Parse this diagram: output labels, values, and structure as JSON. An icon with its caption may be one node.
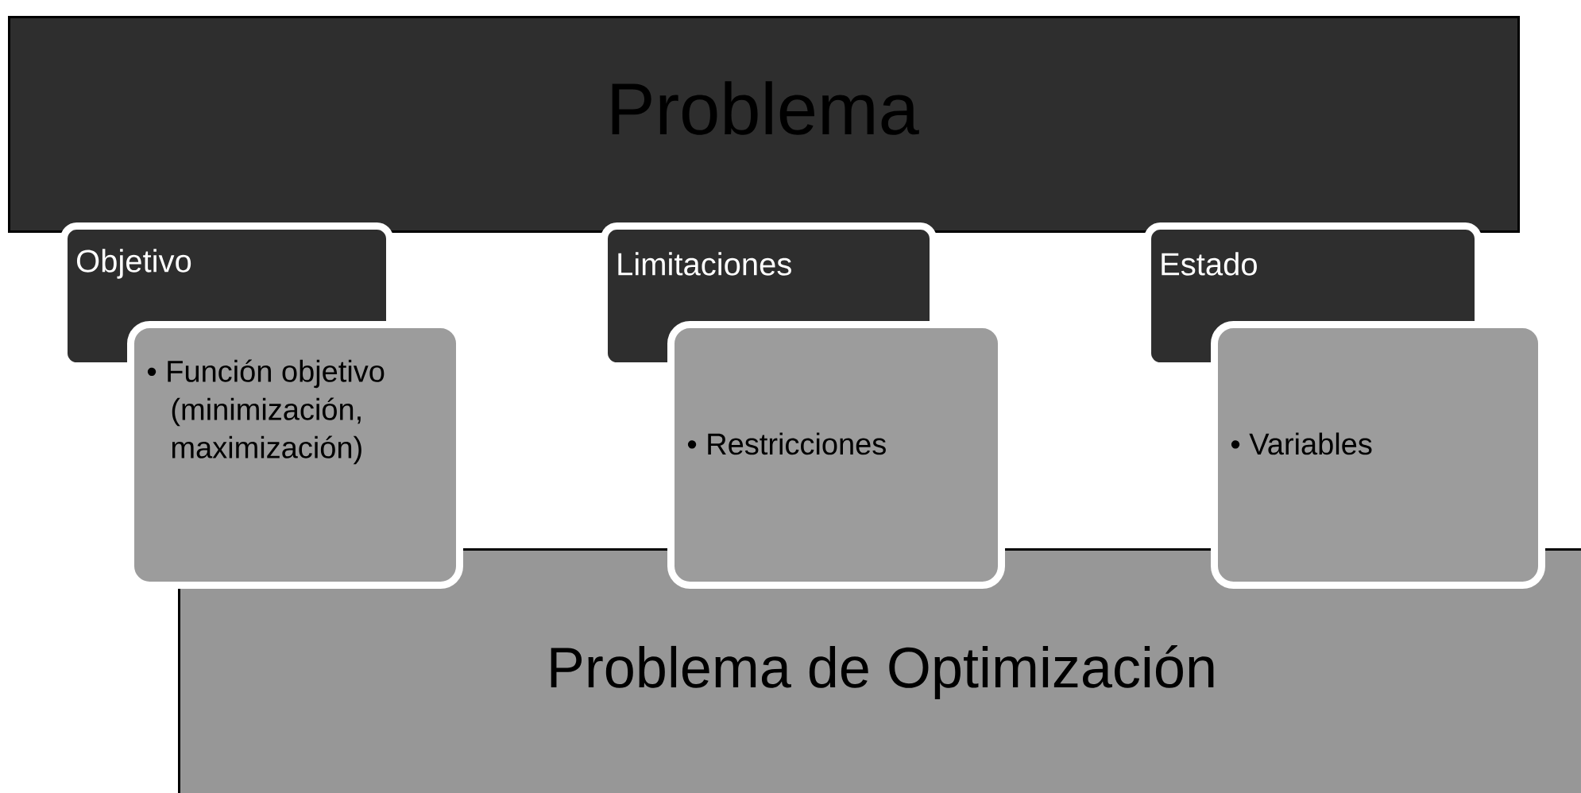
{
  "diagram": {
    "nodes": [
      {
        "text": [
          "Problema"
        ]
      },
      {
        "text": [
          "Objetivo"
        ]
      },
      {
        "text": [
          "• Función objetivo (minimización, maximización)"
        ]
      },
      {
        "text": [
          "Limitaciones"
        ]
      },
      {
        "text": [
          "• Restricciones"
        ]
      },
      {
        "text": [
          "Estado"
        ]
      },
      {
        "text": [
          "• Variables"
        ]
      },
      {
        "text": [
          "Problema de Optimización"
        ]
      }
    ]
  }
}
